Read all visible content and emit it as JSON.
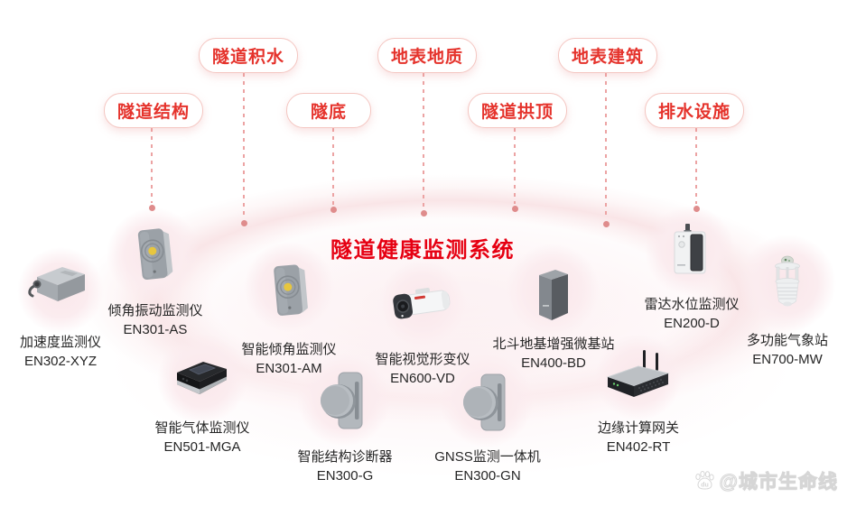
{
  "title": "隧道健康监测系统",
  "pills": [
    {
      "label": "隧道积水"
    },
    {
      "label": "地表地质"
    },
    {
      "label": "地表建筑"
    },
    {
      "label": "隧道结构"
    },
    {
      "label": "隧底"
    },
    {
      "label": "隧道拱顶"
    },
    {
      "label": "排水设施"
    }
  ],
  "devices": [
    {
      "name": "加速度监测仪",
      "model": "EN302-XYZ",
      "icon": "accelerometer-device-icon"
    },
    {
      "name": "倾角振动监测仪",
      "model": "EN301-AS",
      "icon": "tilt-vibration-device-icon"
    },
    {
      "name": "智能倾角监测仪",
      "model": "EN301-AM",
      "icon": "tilt-device-icon"
    },
    {
      "name": "智能气体监测仪",
      "model": "EN501-MGA",
      "icon": "gas-monitor-device-icon"
    },
    {
      "name": "智能结构诊断器",
      "model": "EN300-G",
      "icon": "structure-diagnoser-device-icon"
    },
    {
      "name": "智能视觉形变仪",
      "model": "EN600-VD",
      "icon": "vision-camera-device-icon"
    },
    {
      "name": "GNSS监测一体机",
      "model": "EN300-GN",
      "icon": "gnss-device-icon"
    },
    {
      "name": "北斗地基增强微基站",
      "model": "EN400-BD",
      "icon": "beidou-base-station-device-icon"
    },
    {
      "name": "边缘计算网关",
      "model": "EN402-RT",
      "icon": "edge-gateway-device-icon"
    },
    {
      "name": "雷达水位监测仪",
      "model": "EN200-D",
      "icon": "radar-level-device-icon"
    },
    {
      "name": "多功能气象站",
      "model": "EN700-MW",
      "icon": "weather-station-device-icon"
    }
  ],
  "watermark": {
    "logo": "baidu-paw-icon",
    "logo_text": "du",
    "text": "@城市生命线"
  },
  "colors": {
    "accent_red": "#e60012",
    "pill_text": "#e5332c",
    "pill_border": "#f4c6c1",
    "connector": "#eca3a3",
    "label_text": "#262626",
    "blob_pink": "#fae7ea"
  }
}
